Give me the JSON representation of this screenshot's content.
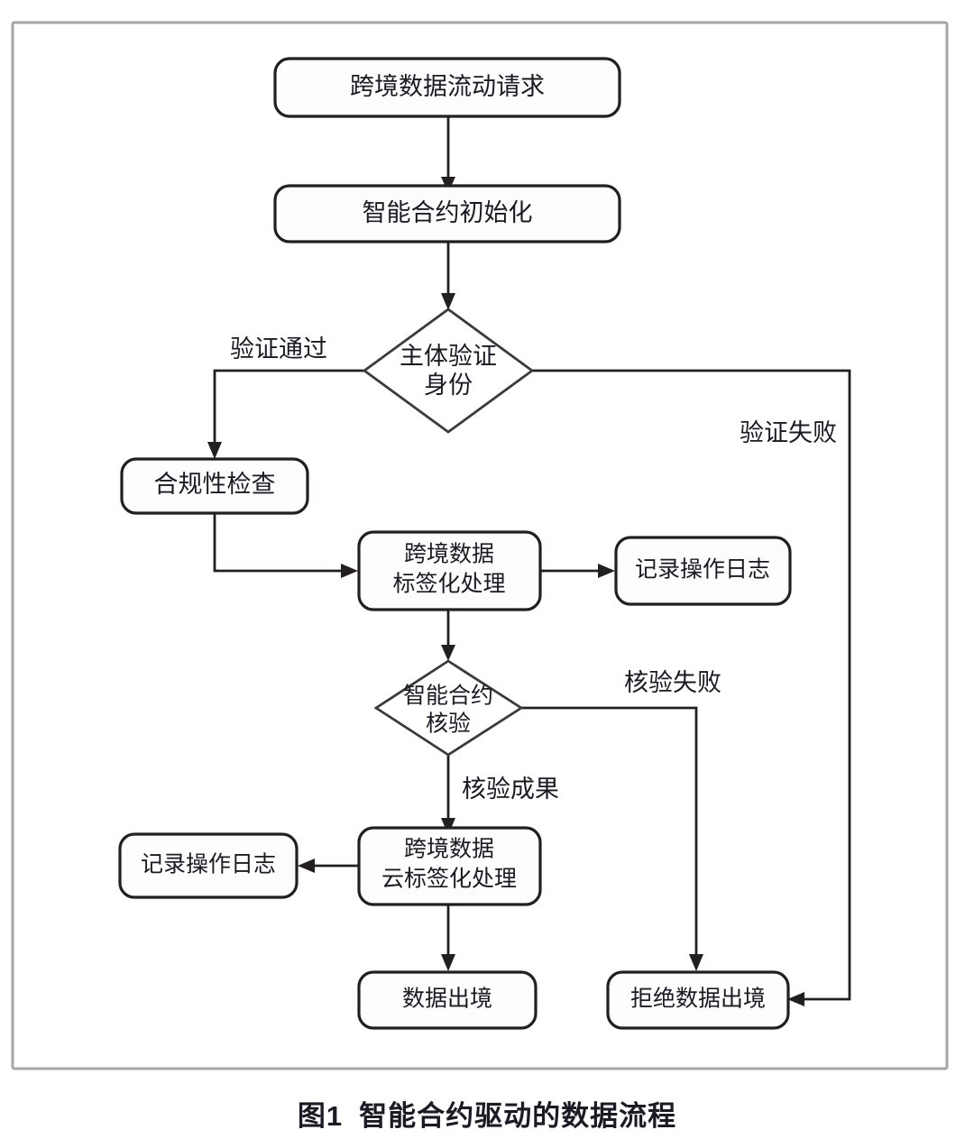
{
  "figure": {
    "caption_number": "图1",
    "caption_title": "智能合约驱动的数据流程",
    "frame_color": "#a6a6a6",
    "line_color": "#231f20",
    "text_color": "#1a1a24"
  },
  "nodes": {
    "request": {
      "label": "跨境数据流动请求",
      "shape": "rounded-rect"
    },
    "init": {
      "label": "智能合约初始化",
      "shape": "rounded-rect"
    },
    "identity_check": {
      "label_line1": "主体验证",
      "label_line2": "身份",
      "shape": "diamond"
    },
    "compliance_check": {
      "label": "合规性检查",
      "shape": "rounded-rect"
    },
    "tagging": {
      "label_line1": "跨境数据",
      "label_line2": "标签化处理",
      "shape": "rounded-rect"
    },
    "log_top": {
      "label": "记录操作日志",
      "shape": "rounded-rect"
    },
    "contract_verify": {
      "label_line1": "智能合约",
      "label_line2": "核验",
      "shape": "diamond"
    },
    "cloud_tagging": {
      "label_line1": "跨境数据",
      "label_line2": "云标签化处理",
      "shape": "rounded-rect"
    },
    "log_bottom": {
      "label": "记录操作日志",
      "shape": "rounded-rect"
    },
    "data_export": {
      "label": "数据出境",
      "shape": "rounded-rect"
    },
    "data_reject": {
      "label": "拒绝数据出境",
      "shape": "rounded-rect"
    }
  },
  "edges": {
    "verify_pass": {
      "label": "验证通过"
    },
    "verify_fail": {
      "label": "验证失败"
    },
    "check_fail": {
      "label": "核验失败"
    },
    "check_success": {
      "label": "核验成果"
    }
  }
}
